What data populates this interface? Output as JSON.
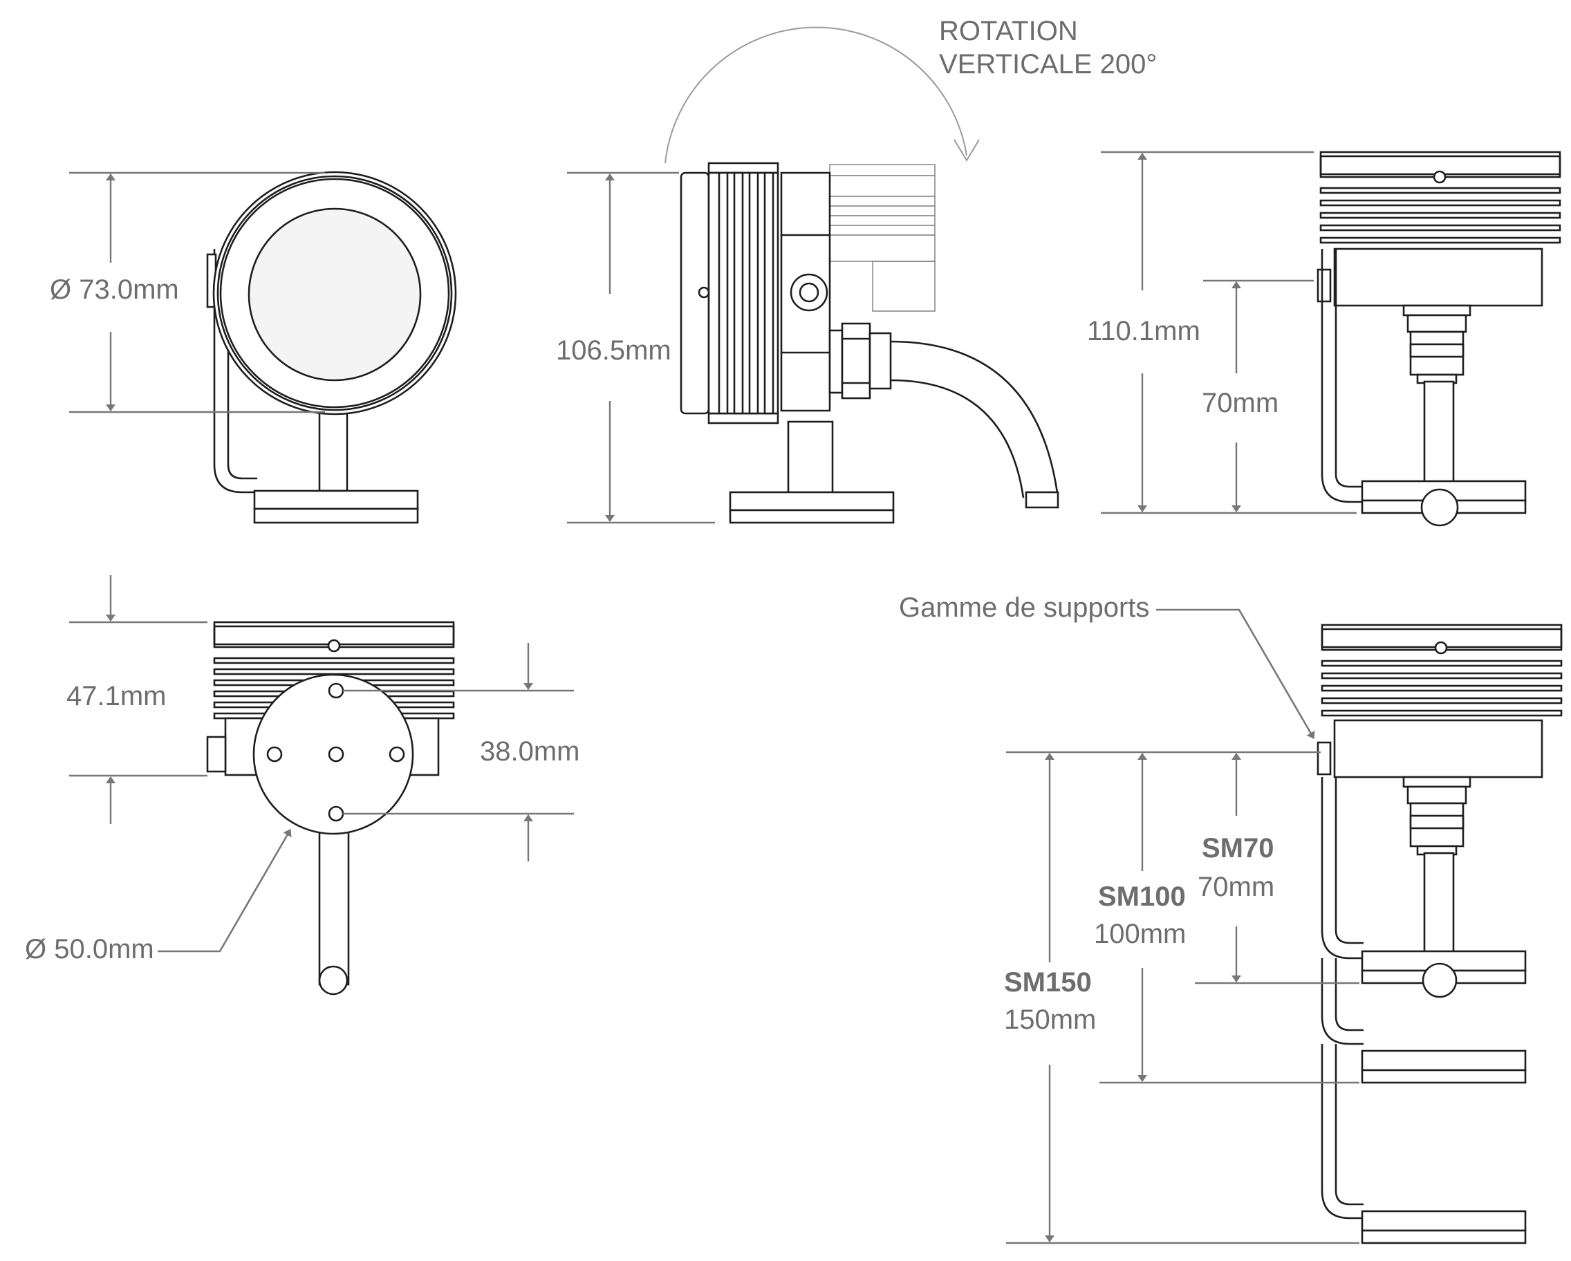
{
  "labels": {
    "rotation_line1": "ROTATION",
    "rotation_line2": "VERTICALE 200°",
    "front_diameter": "Ø 73.0mm",
    "side_height": "106.5mm",
    "rear_height": "110.1mm",
    "rear_mount_height": "70mm",
    "bottom_depth": "47.1mm",
    "bottom_hole_spacing": "38.0mm",
    "base_diameter": "Ø 50.0mm",
    "bracket_range": "Gamme de supports",
    "sm70_name": "SM70",
    "sm70_height": "70mm",
    "sm100_name": "SM100",
    "sm100_height": "100mm",
    "sm150_name": "SM150",
    "sm150_height": "150mm"
  }
}
